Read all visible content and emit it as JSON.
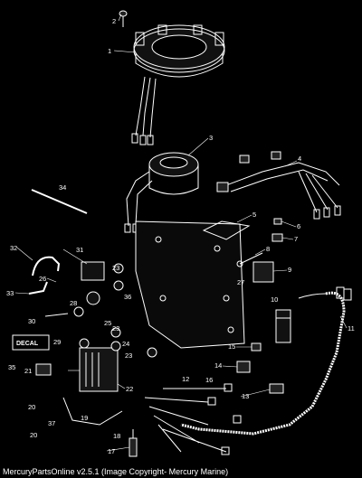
{
  "callouts": {
    "c1": "1",
    "c2": "2",
    "c3": "3",
    "c4": "4",
    "c5": "5",
    "c6": "6",
    "c7": "7",
    "c8": "8",
    "c9": "9",
    "c10": "10",
    "c11": "11",
    "c12": "12",
    "c13": "13",
    "c14": "14",
    "c15": "15",
    "c16": "16",
    "c17": "17",
    "c18": "18",
    "c19": "19",
    "c20": "20",
    "c21": "21",
    "c22": "22",
    "c23": "23",
    "c24": "24",
    "c25": "25",
    "c26": "26",
    "c27": "27",
    "c28": "28",
    "c29": "29",
    "c30": "30",
    "c31": "31",
    "c32": "32",
    "c33": "33",
    "c34": "34",
    "c35": "35",
    "c36": "36",
    "c37": "37"
  },
  "decal_label": "DECAL",
  "footer_text": "MercuryPartsOnline v2.5.1 (Image Copyright- Mercury Marine)"
}
